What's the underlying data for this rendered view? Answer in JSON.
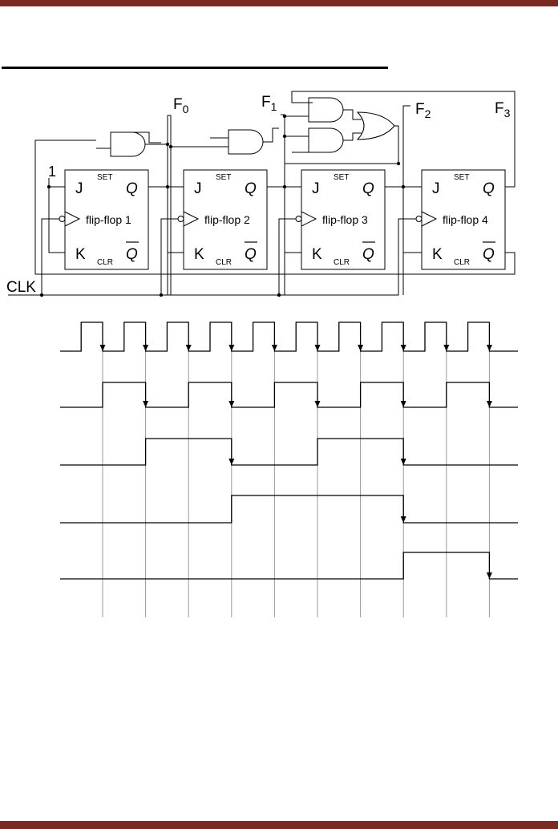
{
  "colors": {
    "banner": "#7a2a22",
    "ink": "#000000",
    "background": "#ffffff"
  },
  "circuit": {
    "clock_label": "CLK",
    "input_one_label": "1",
    "outputs": [
      {
        "letter": "F",
        "sub": "0"
      },
      {
        "letter": "F",
        "sub": "1"
      },
      {
        "letter": "F",
        "sub": "2"
      },
      {
        "letter": "F",
        "sub": "3"
      }
    ],
    "flipflops": [
      {
        "name": "flip-flop 1",
        "j": "J",
        "k": "K",
        "q": "Q",
        "qbar": "Q",
        "set": "SET",
        "clr": "CLR"
      },
      {
        "name": "flip-flop 2",
        "j": "J",
        "k": "K",
        "q": "Q",
        "qbar": "Q",
        "set": "SET",
        "clr": "CLR"
      },
      {
        "name": "flip-flop 3",
        "j": "J",
        "k": "K",
        "q": "Q",
        "qbar": "Q",
        "set": "SET",
        "clr": "CLR"
      },
      {
        "name": "flip-flop 4",
        "j": "J",
        "k": "K",
        "q": "Q",
        "qbar": "Q",
        "set": "SET",
        "clr": "CLR"
      }
    ]
  },
  "timing": {
    "clock_pulses": 10,
    "signals": [
      {
        "id": "clk",
        "transitions": [
          [
            0,
            0
          ],
          [
            0.5,
            1
          ],
          [
            1,
            0
          ],
          [
            1.5,
            1
          ],
          [
            2,
            0
          ],
          [
            2.5,
            1
          ],
          [
            3,
            0
          ],
          [
            3.5,
            1
          ],
          [
            4,
            0
          ],
          [
            4.5,
            1
          ],
          [
            5,
            0
          ],
          [
            5.5,
            1
          ],
          [
            6,
            0
          ],
          [
            6.5,
            1
          ],
          [
            7,
            0
          ],
          [
            7.5,
            1
          ],
          [
            8,
            0
          ],
          [
            8.5,
            1
          ],
          [
            9,
            0
          ],
          [
            9.5,
            1
          ],
          [
            10,
            0
          ]
        ]
      },
      {
        "id": "f0",
        "transitions": [
          [
            0,
            0
          ],
          [
            1,
            1
          ],
          [
            2,
            0
          ],
          [
            3,
            1
          ],
          [
            4,
            0
          ],
          [
            5,
            1
          ],
          [
            6,
            0
          ],
          [
            7,
            1
          ],
          [
            8,
            0
          ],
          [
            9,
            1
          ],
          [
            10,
            0
          ]
        ]
      },
      {
        "id": "f1",
        "transitions": [
          [
            0,
            0
          ],
          [
            2,
            1
          ],
          [
            4,
            0
          ],
          [
            6,
            1
          ],
          [
            8,
            0
          ]
        ]
      },
      {
        "id": "f2",
        "transitions": [
          [
            0,
            0
          ],
          [
            4,
            1
          ],
          [
            8,
            0
          ]
        ]
      },
      {
        "id": "f3",
        "transitions": [
          [
            0,
            0
          ],
          [
            8,
            1
          ],
          [
            10,
            0
          ]
        ]
      }
    ]
  }
}
